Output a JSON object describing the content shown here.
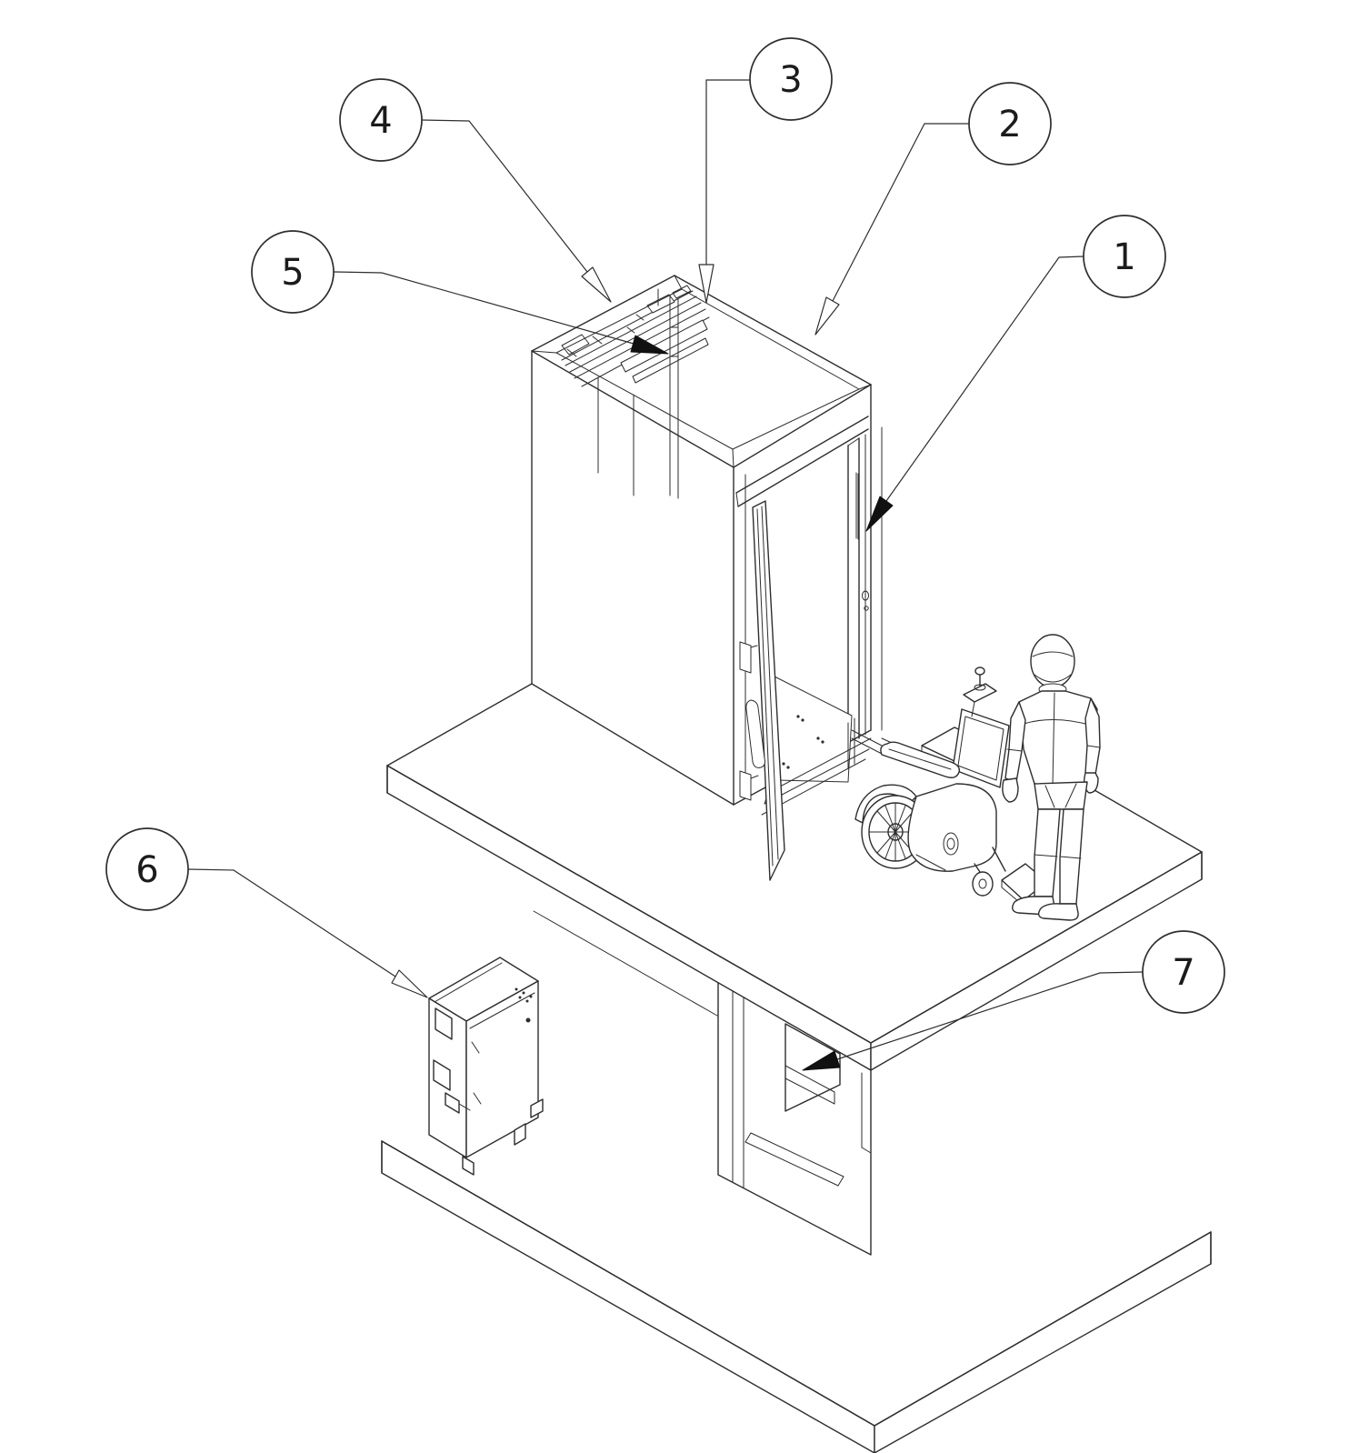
{
  "figure": {
    "type": "isometric-technical-illustration",
    "background_color": "#ffffff",
    "line_color": "#2e2e2e",
    "arrow_fill_color": "#111111"
  },
  "callouts": [
    {
      "label": "1"
    },
    {
      "label": "2"
    },
    {
      "label": "3"
    },
    {
      "label": "4"
    },
    {
      "label": "5"
    },
    {
      "label": "6"
    },
    {
      "label": "7"
    }
  ]
}
